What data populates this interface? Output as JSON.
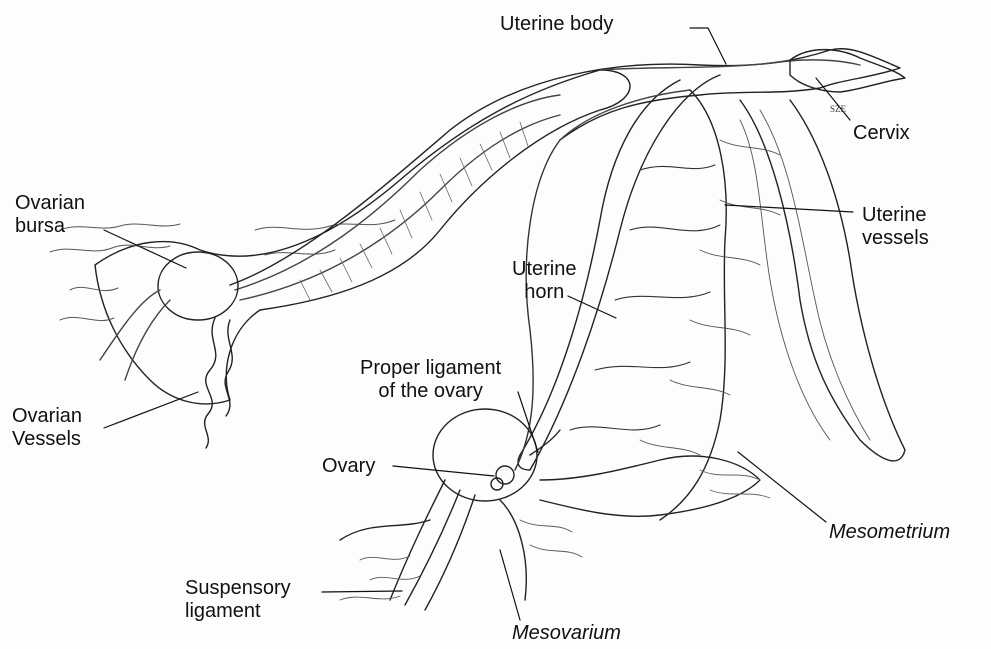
{
  "labels": {
    "uterine_body": "Uterine body",
    "cervix": "Cervix",
    "ovarian_bursa": [
      "Ovarian",
      "bursa"
    ],
    "uterine_vessels": [
      "Uterine",
      "vessels"
    ],
    "uterine_horn": [
      "Uterine",
      "horn"
    ],
    "proper_ligament": [
      "Proper ligament",
      "of the ovary"
    ],
    "ovarian_vessels": [
      "Ovarian",
      "Vessels"
    ],
    "ovary": "Ovary",
    "mesometrium": "Mesometrium",
    "suspensory_ligament": [
      "Suspensory",
      "ligament"
    ],
    "mesovarium": "Mesovarium",
    "artist_mark": "SZE"
  },
  "colors": {
    "ink": "#111111",
    "shade": "#555555",
    "paper": "#fdfdfd"
  }
}
